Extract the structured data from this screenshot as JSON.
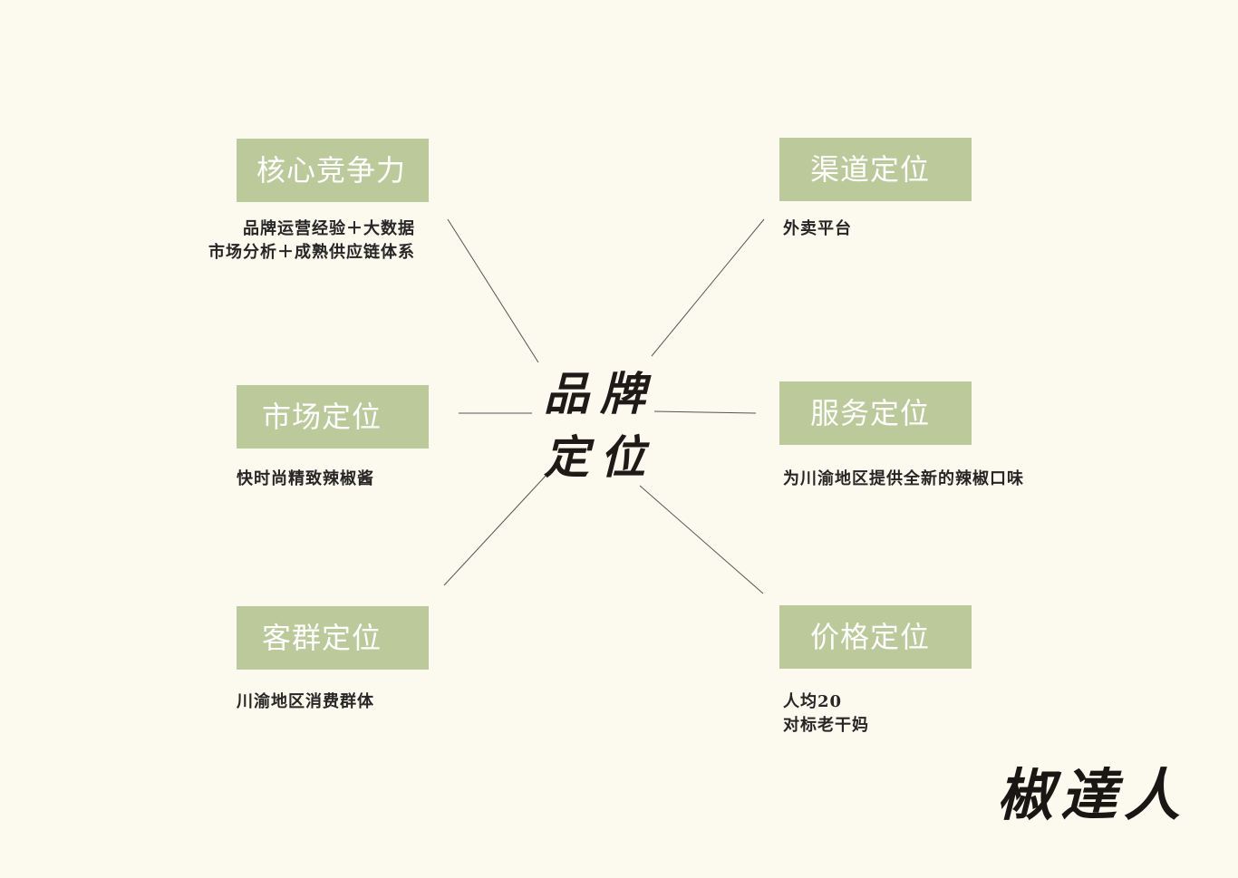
{
  "center": {
    "line1": "品牌",
    "line2": "定位"
  },
  "nodes": [
    {
      "id": "core",
      "title": "核心竞争力",
      "lines": [
        "品牌运营经验＋大数据",
        "市场分析＋成熟供应链体系"
      ]
    },
    {
      "id": "channel",
      "title": "渠道定位",
      "lines": [
        "外卖平台"
      ]
    },
    {
      "id": "market",
      "title": "市场定位",
      "lines": [
        "快时尚精致辣椒酱"
      ]
    },
    {
      "id": "service",
      "title": "服务定位",
      "lines": [
        "为川渝地区提供全新的辣椒口味"
      ]
    },
    {
      "id": "customer",
      "title": "客群定位",
      "lines": [
        "川渝地区消费群体"
      ]
    },
    {
      "id": "price",
      "title": "价格定位",
      "lines": [
        "人均20",
        "对标老干妈"
      ]
    }
  ],
  "logo": "椒達人",
  "colors": {
    "background": "#fcf9ee",
    "box": "#bcc99b",
    "box_text": "#ffffff",
    "text": "#262626",
    "line": "#555555"
  }
}
